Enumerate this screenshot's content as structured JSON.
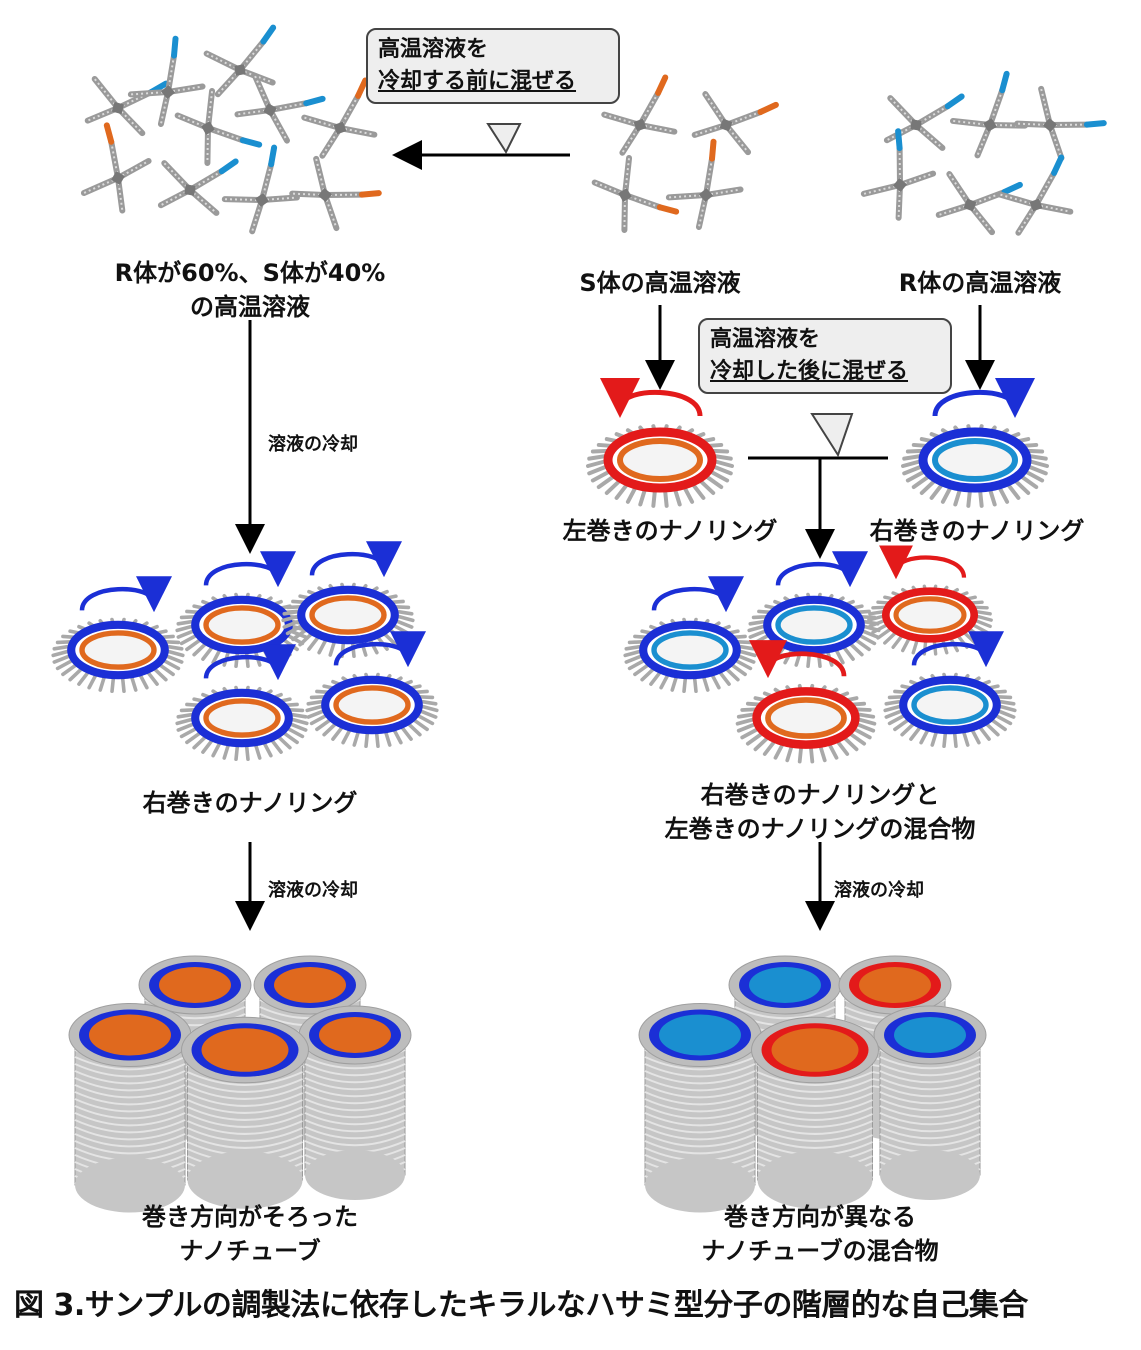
{
  "colors": {
    "right_handed": "#1b2fd6",
    "left_handed": "#e31a1a",
    "r_body": "#1a8fd0",
    "s_body": "#e0691e",
    "gray": "#b5b5b5"
  },
  "callouts": {
    "mix_before_1": "高温溶液を",
    "mix_before_2": "冷却する前に混ぜる",
    "mix_after_1": "高温溶液を",
    "mix_after_2": "冷却した後に混ぜる"
  },
  "left": {
    "solution_label_1": "R体が60%、S体が40%",
    "solution_label_2": "の高温溶液",
    "cool_1": "溶液の冷却",
    "rings_label": "右巻きのナノリング",
    "cool_2": "溶液の冷却",
    "tubes_label_1": "巻き方向がそろった",
    "tubes_label_2": "ナノチューブ"
  },
  "right": {
    "s_solution": "S体の高温溶液",
    "r_solution": "R体の高温溶液",
    "left_ring": "左巻きのナノリング",
    "right_ring": "右巻きのナノリング",
    "mix_label_1": "右巻きのナノリングと",
    "mix_label_2": "左巻きのナノリングの混合物",
    "cool": "溶液の冷却",
    "tubes_label_1": "巻き方向が異なる",
    "tubes_label_2": "ナノチューブの混合物"
  },
  "caption": "図 3.サンプルの調製法に依存したキラルなハサミ型分子の階層的な自己集合"
}
